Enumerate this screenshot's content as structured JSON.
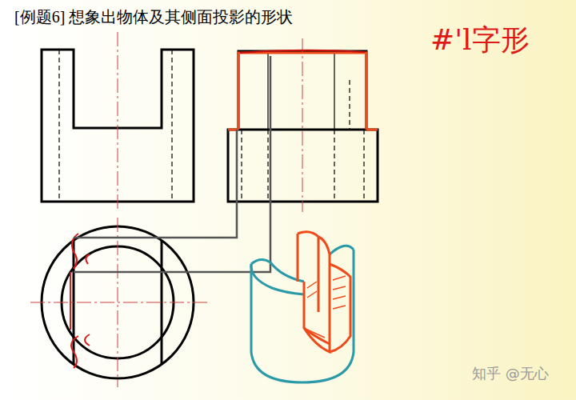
{
  "diagram": {
    "title": "[例题6]  想象出物体及其侧面投影的形状",
    "labels": [
      "#'l字形",
      "知乎 @无心"
    ]
  }
}
